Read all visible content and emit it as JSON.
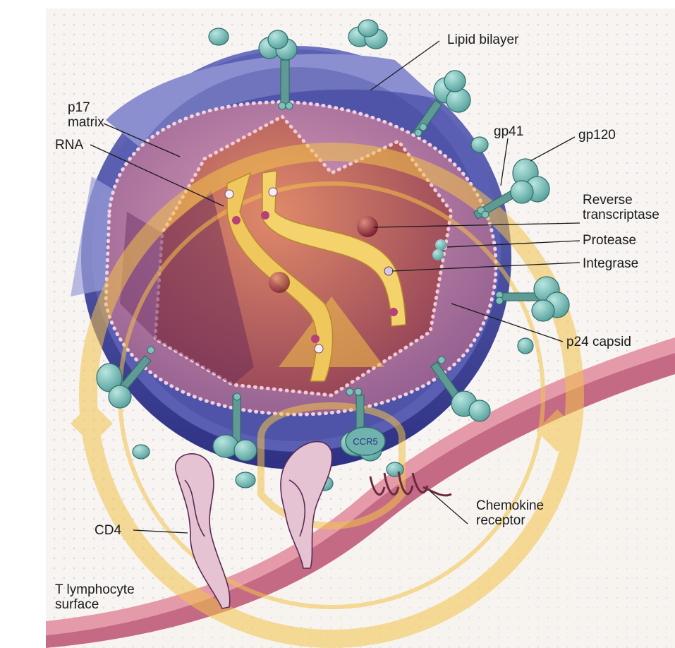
{
  "labels": {
    "lipid_bilayer": "Lipid bilayer",
    "p17_line1": "p17",
    "p17_line2": "matrix",
    "rna": "RNA",
    "gp41": "gp41",
    "gp120": "gp120",
    "reverse_line1": "Reverse",
    "reverse_line2": "transcriptase",
    "protease": "Protease",
    "integrase": "Integrase",
    "p24_capsid": "p24 capsid",
    "cd4": "CD4",
    "chemokine_line1": "Chemokine",
    "chemokine_line2": "receptor",
    "tlymph_line1": "T lymphocyte",
    "tlymph_line2": "surface",
    "ccr5": "CCR5"
  },
  "colors": {
    "envelope": "#4a4fa6",
    "envelope_dark": "#2f3285",
    "matrix": "#b07aa0",
    "capsid": "#a35a5f",
    "rna": "#e8c15a",
    "glycoprotein": "#6fb2ae",
    "membrane": "#d0748c",
    "watermark": "#f3c24a"
  }
}
